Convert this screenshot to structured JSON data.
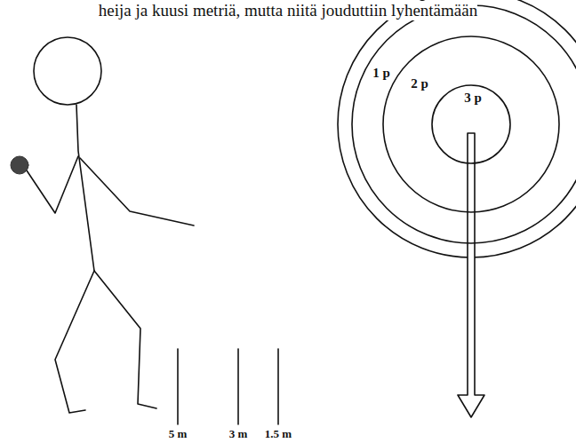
{
  "diagram": {
    "nodes": [
      {
        "text": [
          "1 p"
        ]
      },
      {
        "text": [
          "2 p"
        ],
        "in": 0
      },
      {
        "text": [
          "3 p"
        ],
        "in": 1
      }
    ],
    "labels": [
      "heija ja kuusi metriä, mutta niitä jouduttiin lyhentämään",
      "5 m",
      "3 m",
      "1.5 m"
    ]
  }
}
